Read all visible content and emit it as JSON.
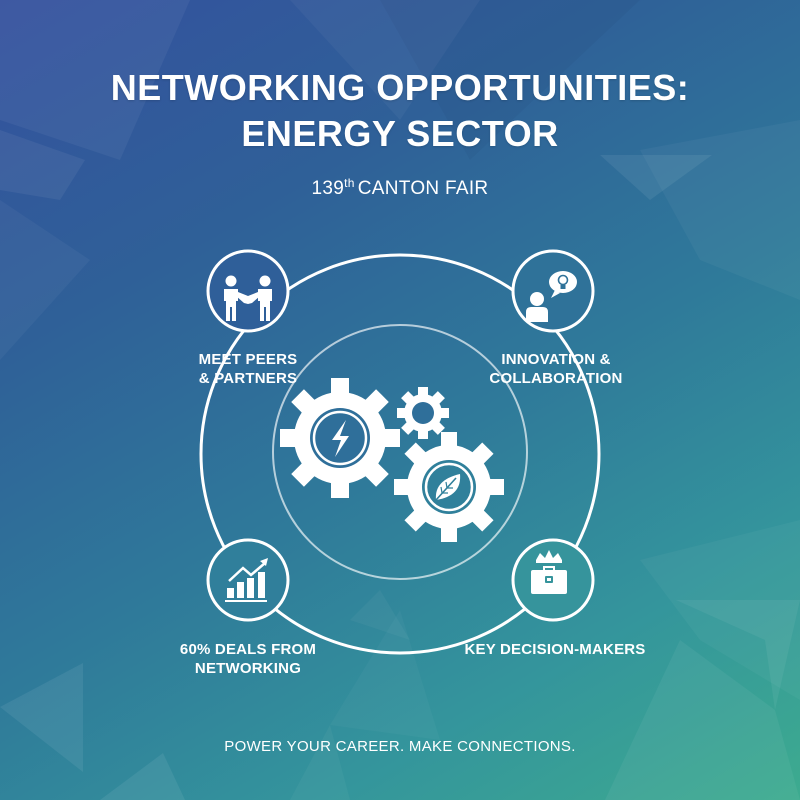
{
  "header": {
    "title_line1": "NETWORKING OPPORTUNITIES:",
    "title_line2": "ENERGY SECTOR",
    "subtitle_number": "139",
    "subtitle_suffix": "th",
    "subtitle_text": "CANTON FAIR"
  },
  "center": {
    "icons": [
      "gear-lightning-icon",
      "gear-leaf-icon",
      "small-gear-icon"
    ]
  },
  "nodes": [
    {
      "id": "meet-peers",
      "label_line1": "MEET PEERS",
      "label_line2": "& PARTNERS",
      "icon": "handshake-people-icon"
    },
    {
      "id": "innovation",
      "label_line1": "INNOVATION &",
      "label_line2": "COLLABORATION",
      "icon": "person-lightbulb-speech-icon"
    },
    {
      "id": "deals",
      "label_line1": "60% DEALS FROM",
      "label_line2": "NETWORKING",
      "icon": "growth-bar-chart-icon"
    },
    {
      "id": "decision-makers",
      "label_line1": "KEY DECISION-MAKERS",
      "label_line2": "",
      "icon": "crown-briefcase-icon"
    }
  ],
  "footer": {
    "tagline": "POWER YOUR CAREER. MAKE CONNECTIONS."
  },
  "colors": {
    "gradient_top_left": "#34519e",
    "gradient_mid": "#2f7a9a",
    "gradient_bottom_right": "#3dab8f",
    "foreground": "#ffffff"
  }
}
